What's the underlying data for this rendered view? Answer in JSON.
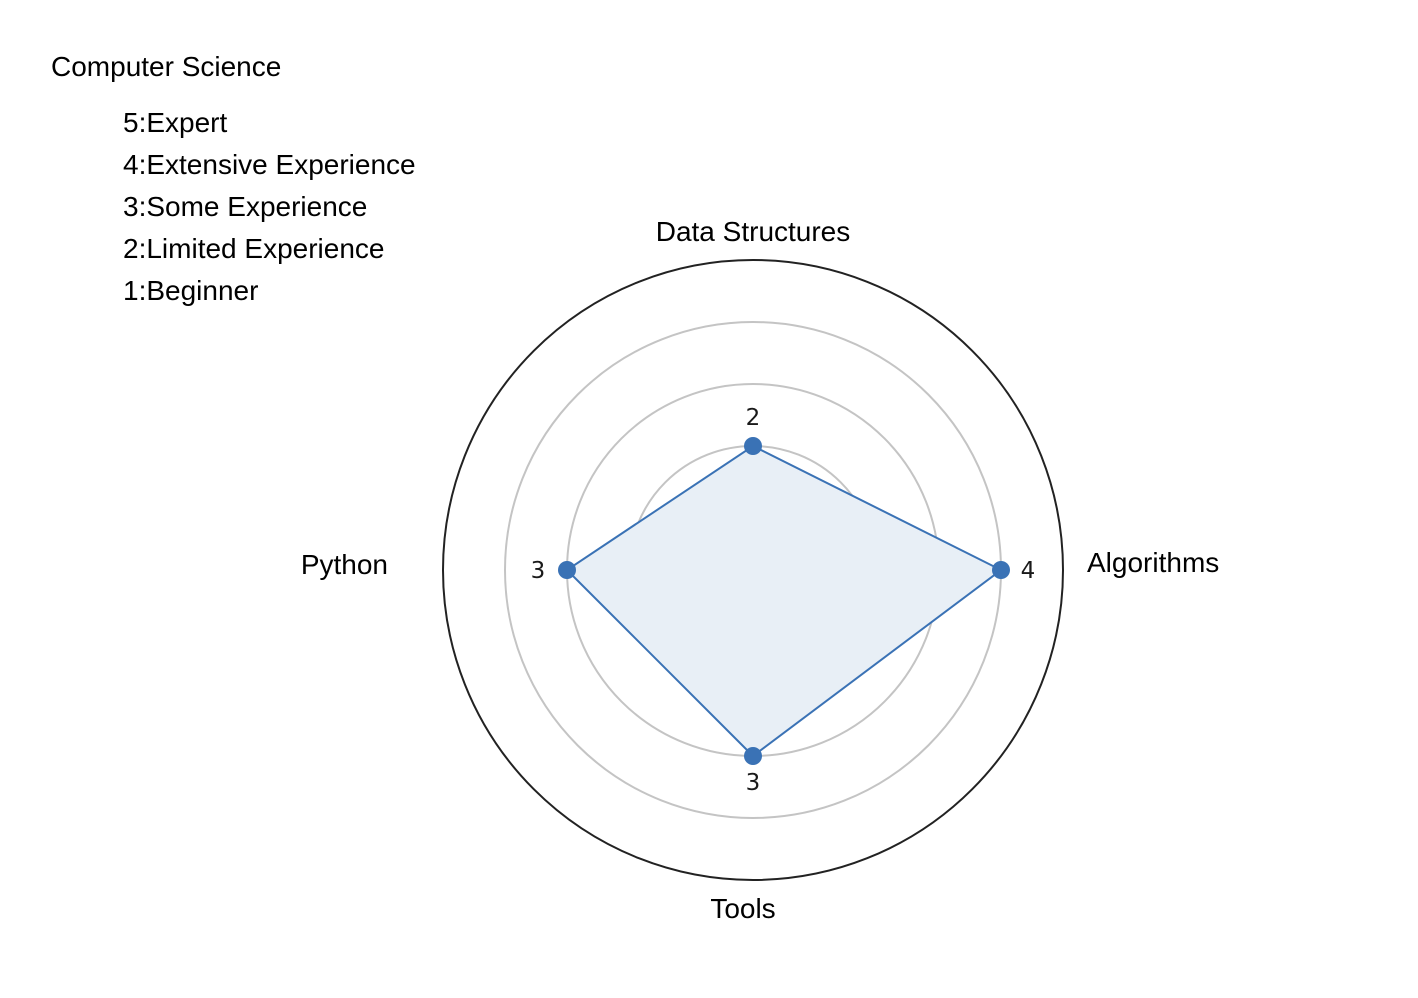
{
  "chart_data": {
    "type": "radar",
    "title": "Computer Science",
    "legend": [
      "5:Expert",
      "4:Extensive Experience",
      "3:Some Experience",
      "2:Limited Experience",
      "1:Beginner"
    ],
    "categories": [
      "Data Structures",
      "Algorithms",
      "Tools",
      "Python"
    ],
    "values": [
      2,
      4,
      3,
      3
    ],
    "value_labels": [
      "2",
      "4",
      "3",
      "3"
    ],
    "rlim": [
      0,
      5
    ],
    "rings": [
      1,
      2,
      3,
      4
    ],
    "grid": true,
    "legend_position": "top-left",
    "colors": {
      "series": "#3a72b5",
      "fill": "#e8eff6",
      "grid": "#c4c4c4",
      "outer": "#222222"
    }
  }
}
